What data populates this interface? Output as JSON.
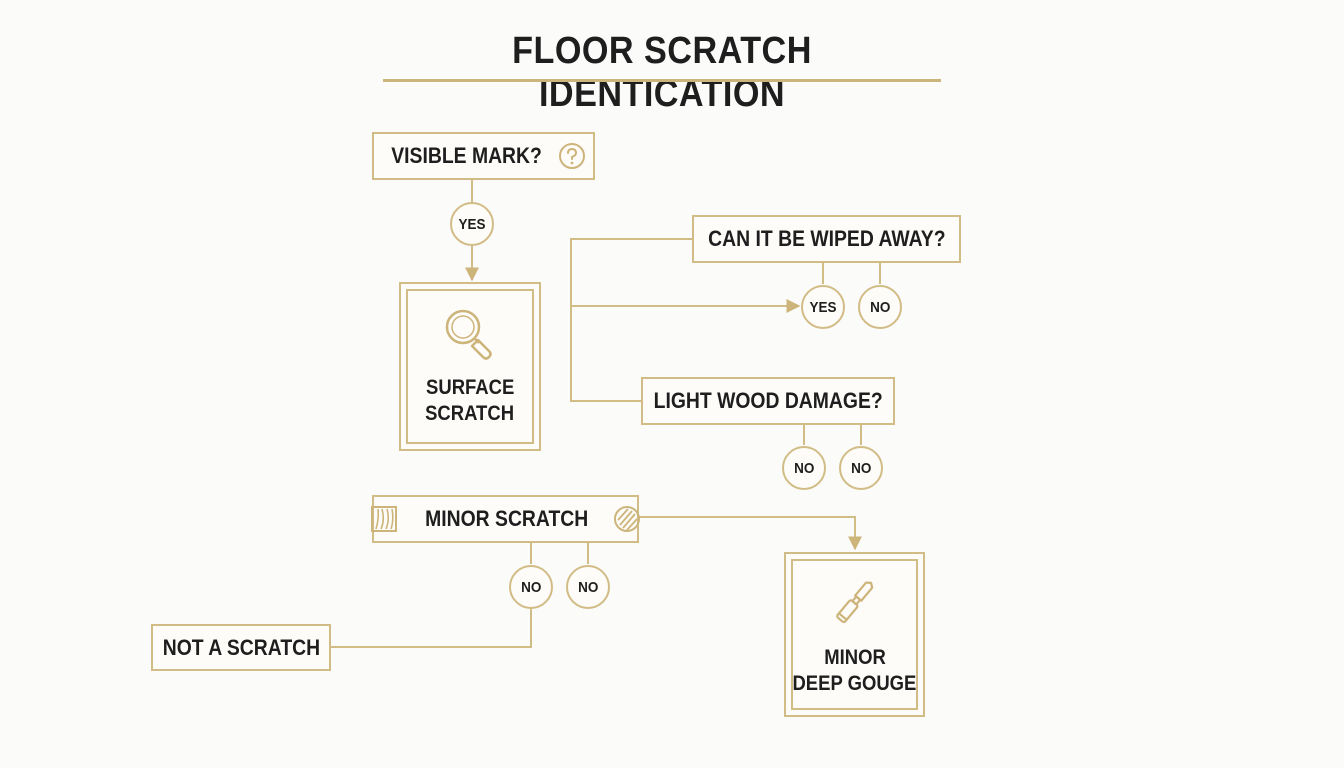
{
  "title": "FLOOR SCRATCH IDENTICATION",
  "colors": {
    "accent": "#d2bc86",
    "text": "#1e1e1e",
    "background": "#fbfbfa"
  },
  "nodes": {
    "visible_mark": {
      "label": "VISIBLE MARK?",
      "icon": "question-icon"
    },
    "wiped_away": {
      "label": "CAN IT BE WIPED AWAY?"
    },
    "surface_scratch": {
      "line1": "SURFACE",
      "line2": "SCRATCH",
      "icon": "magnifier-icon"
    },
    "light_wood_damage": {
      "label": "LIGHT WOOD DAMAGE?"
    },
    "minor_scratch": {
      "label": "MINOR SCRATCH",
      "icons": [
        "wood-grain-icon",
        "wood-ring-icon"
      ]
    },
    "not_a_scratch": {
      "label": "NOT A SCRATCH"
    },
    "minor_deep_gouge": {
      "line1": "MINOR",
      "line2": "DEEP GOUGE",
      "icon": "chisel-icon"
    }
  },
  "answers": {
    "visible_mark_yes": "YES",
    "wiped_yes": "YES",
    "wiped_no": "NO",
    "light_no_1": "NO",
    "light_no_2": "NO",
    "minor_no_1": "NO",
    "minor_no_2": "NO"
  }
}
